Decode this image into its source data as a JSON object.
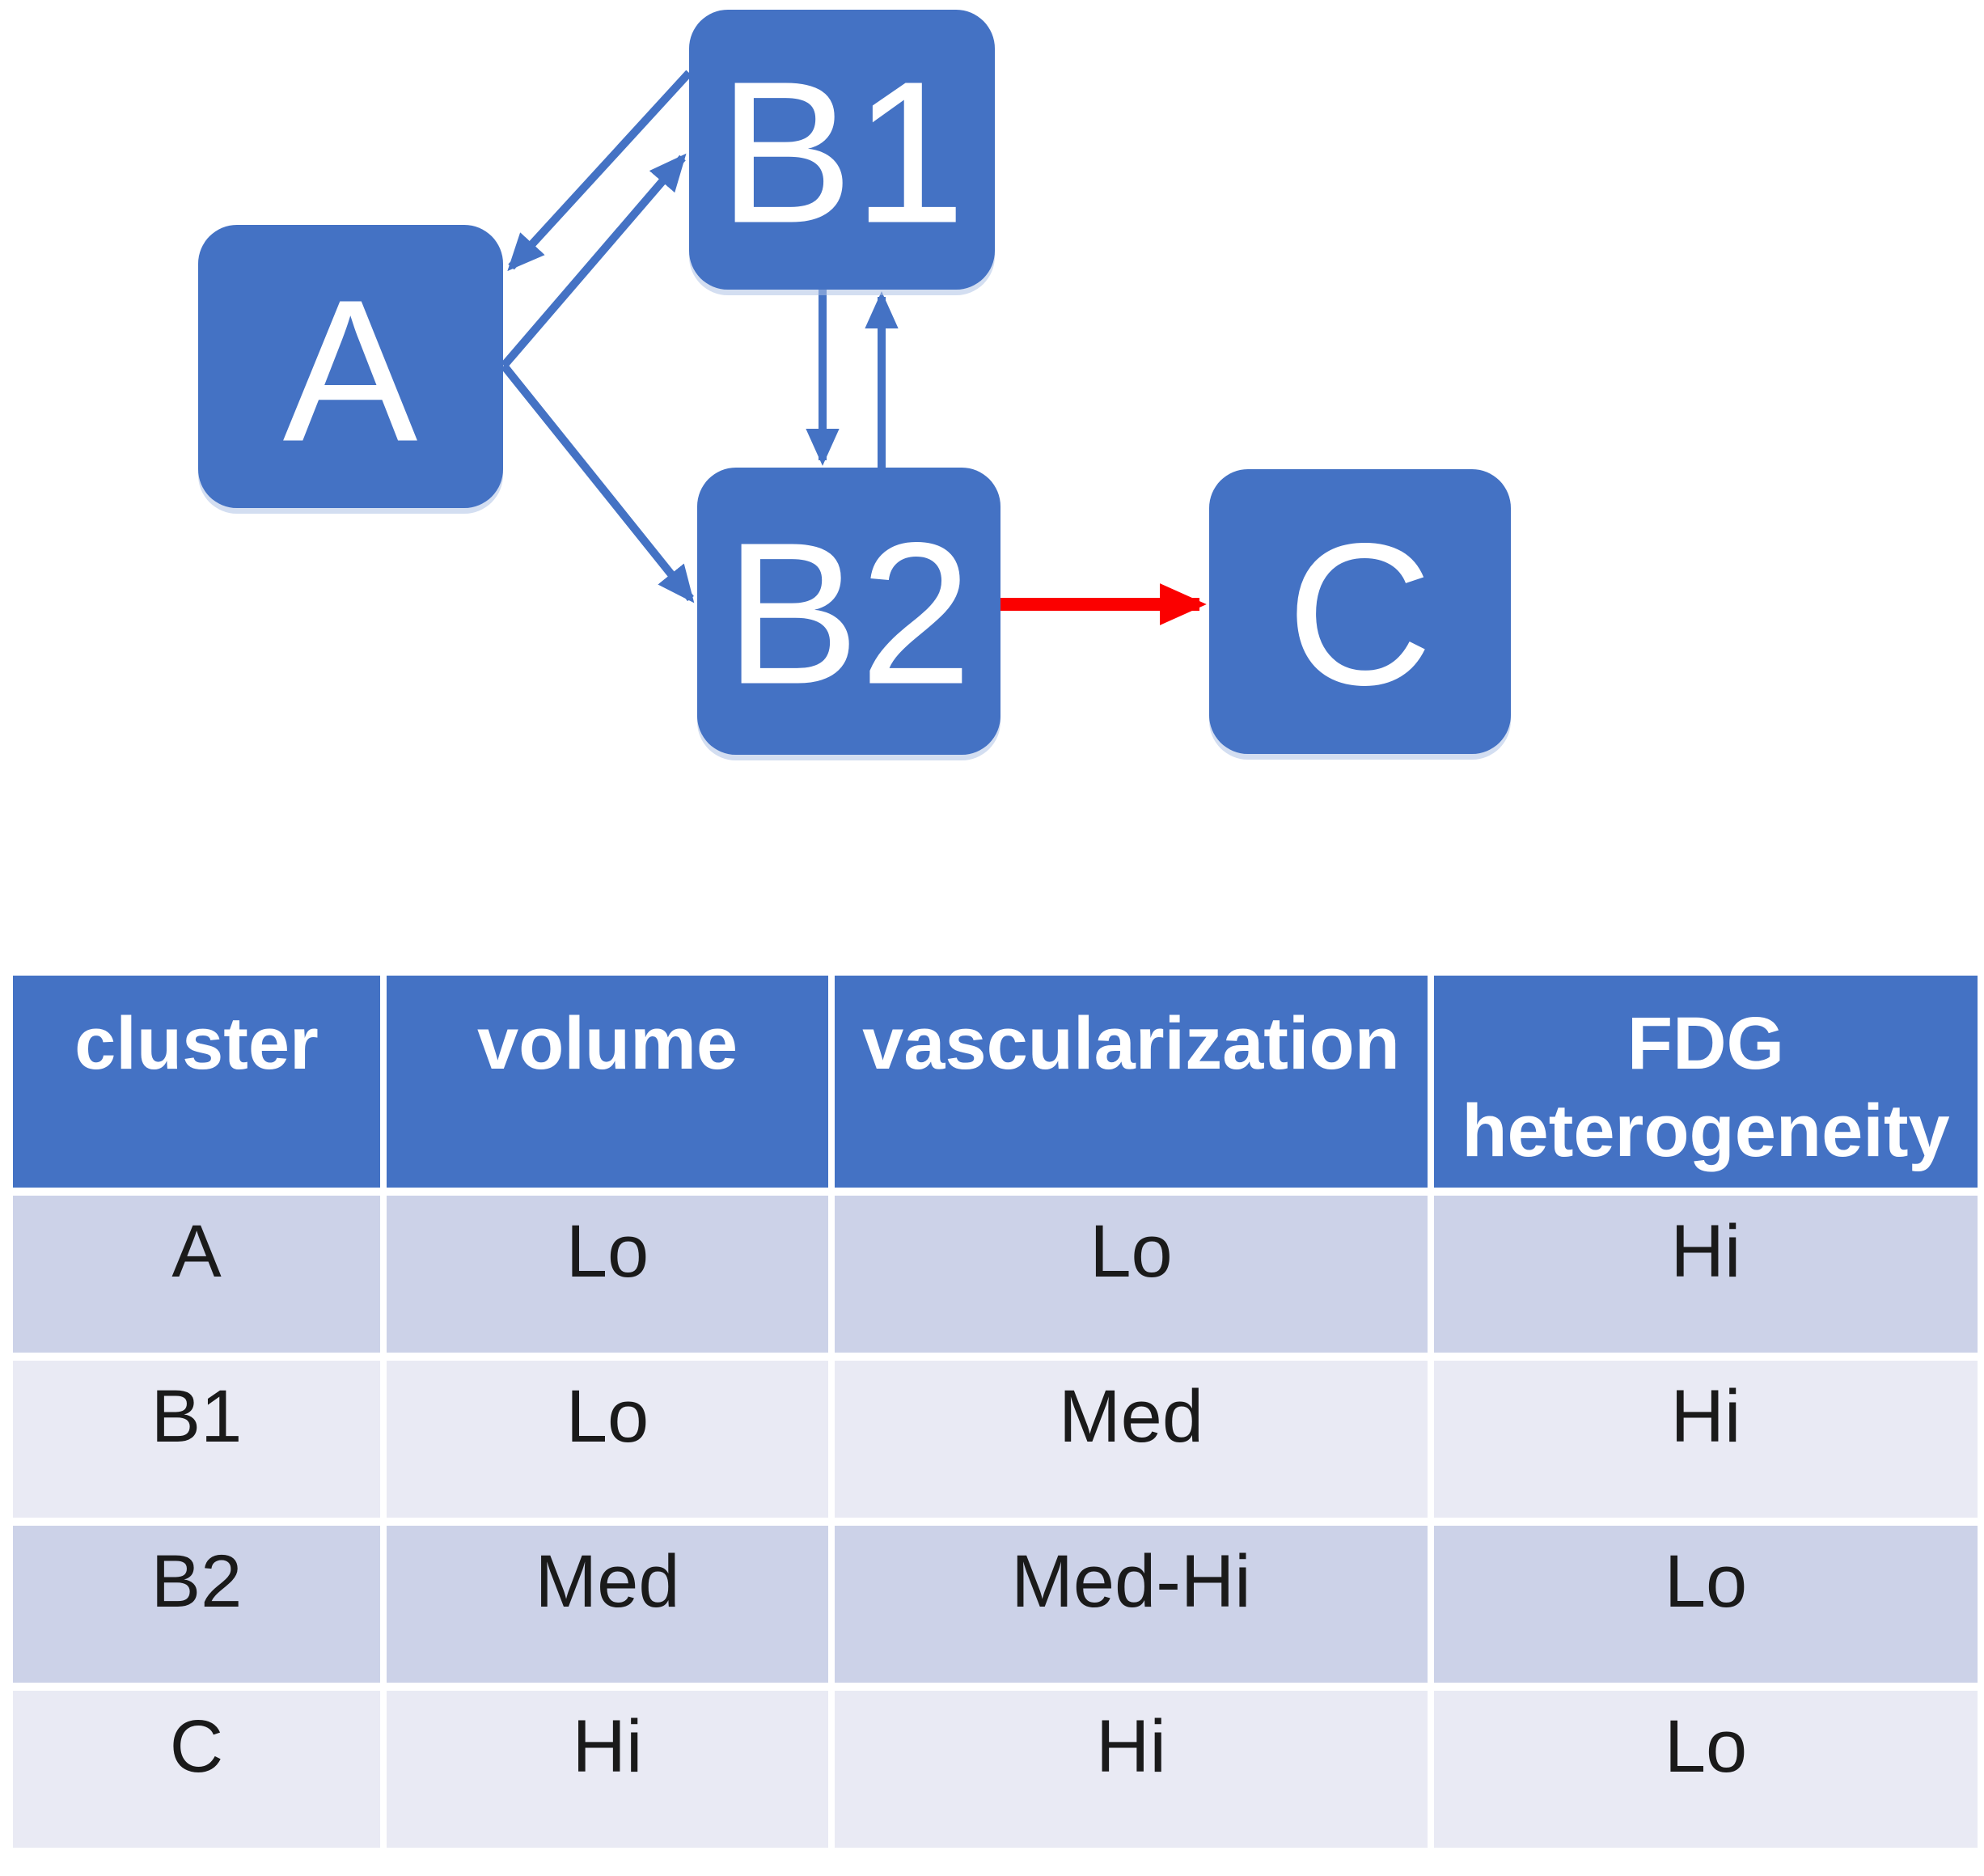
{
  "diagram": {
    "nodes": [
      {
        "id": "A",
        "label": "A"
      },
      {
        "id": "B1",
        "label": "B1"
      },
      {
        "id": "B2",
        "label": "B2"
      },
      {
        "id": "C",
        "label": "C"
      }
    ],
    "edges": [
      {
        "from": "B1",
        "to": "A",
        "color": "#4472C4"
      },
      {
        "from": "A",
        "to": "B1",
        "color": "#4472C4"
      },
      {
        "from": "A",
        "to": "B2",
        "color": "#4472C4"
      },
      {
        "from": "B1",
        "to": "B2",
        "color": "#4472C4"
      },
      {
        "from": "B2",
        "to": "B1",
        "color": "#4472C4"
      },
      {
        "from": "B2",
        "to": "C",
        "color": "#FB0000"
      }
    ],
    "colors": {
      "node_fill": "#4472C4",
      "node_text": "#FFFFFF",
      "edge_blue": "#4472C4",
      "edge_red": "#FB0000"
    }
  },
  "table": {
    "columns": [
      "cluster",
      "volume",
      "vascularization",
      "FDG heterogeneity"
    ],
    "rows": [
      [
        "A",
        "Lo",
        "Lo",
        "Hi"
      ],
      [
        "B1",
        "Lo",
        "Med",
        "Hi"
      ],
      [
        "B2",
        "Med",
        "Med-Hi",
        "Lo"
      ],
      [
        "C",
        "Hi",
        "Hi",
        "Lo"
      ]
    ],
    "colors": {
      "header_bg": "#4472C4",
      "header_text": "#FFFFFF",
      "row_a_bg": "#CCD2E8",
      "row_b1_bg": "#E9EAF4",
      "row_b2_bg": "#CCD2E8",
      "row_c_bg": "#E9EAF4",
      "cell_text": "#1A1A1A"
    }
  }
}
